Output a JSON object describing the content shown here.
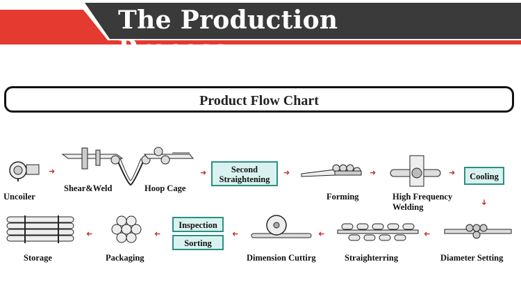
{
  "header": {
    "title": "The Production Process",
    "accent_color": "#e43a2f",
    "dark_color": "#3a3a3a"
  },
  "chart": {
    "title": "Product Flow Chart"
  },
  "steps_row1": {
    "uncoiler": "Uncoiler",
    "shear_weld": "Shear&Weld",
    "hoop_cage": "Hoop Cage",
    "second_straightening_1": "Second",
    "second_straightening_2": "Straightening",
    "forming": "Forming",
    "high_freq_1": "High Frequency",
    "high_freq_2": "Welding",
    "cooling": "Cooling"
  },
  "steps_row2": {
    "diameter_setting": "Diameter Setting",
    "straightering": "Straighterring",
    "dimension_cutting": "Dimension Cuttirg",
    "inspection": "Inspection",
    "sorting": "Sorting",
    "packaging": "Packaging",
    "storage": "Storage"
  },
  "arrow_color": "#c8291f",
  "box_color": "#d9f2ef"
}
